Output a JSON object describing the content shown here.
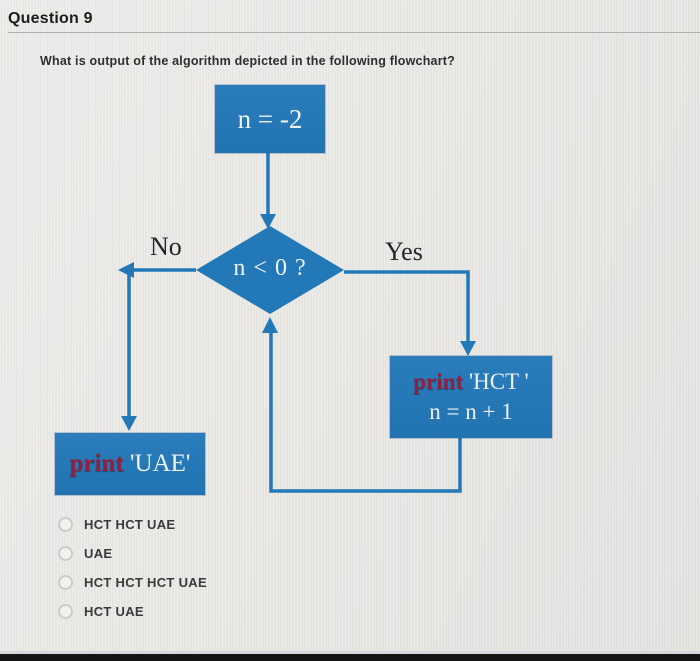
{
  "header": {
    "title": "Question 9"
  },
  "question": {
    "text": "What is output of the algorithm depicted in the following flowchart?"
  },
  "flowchart": {
    "start_box": {
      "text": "n = -2"
    },
    "decision": {
      "text": "n < 0 ?"
    },
    "branch_labels": {
      "no": "No",
      "yes": "Yes"
    },
    "hct_box": {
      "keyword": "print",
      "argument": "'HCT '",
      "line2": "n = n + 1"
    },
    "uae_box": {
      "keyword": "print",
      "argument": "'UAE'"
    }
  },
  "options": [
    {
      "label": "HCT HCT UAE"
    },
    {
      "label": "UAE"
    },
    {
      "label": "HCT HCT HCT UAE"
    },
    {
      "label": "HCT UAE"
    }
  ],
  "colors": {
    "shape_blue": "#2379b7",
    "print_red": "#931f3f"
  }
}
